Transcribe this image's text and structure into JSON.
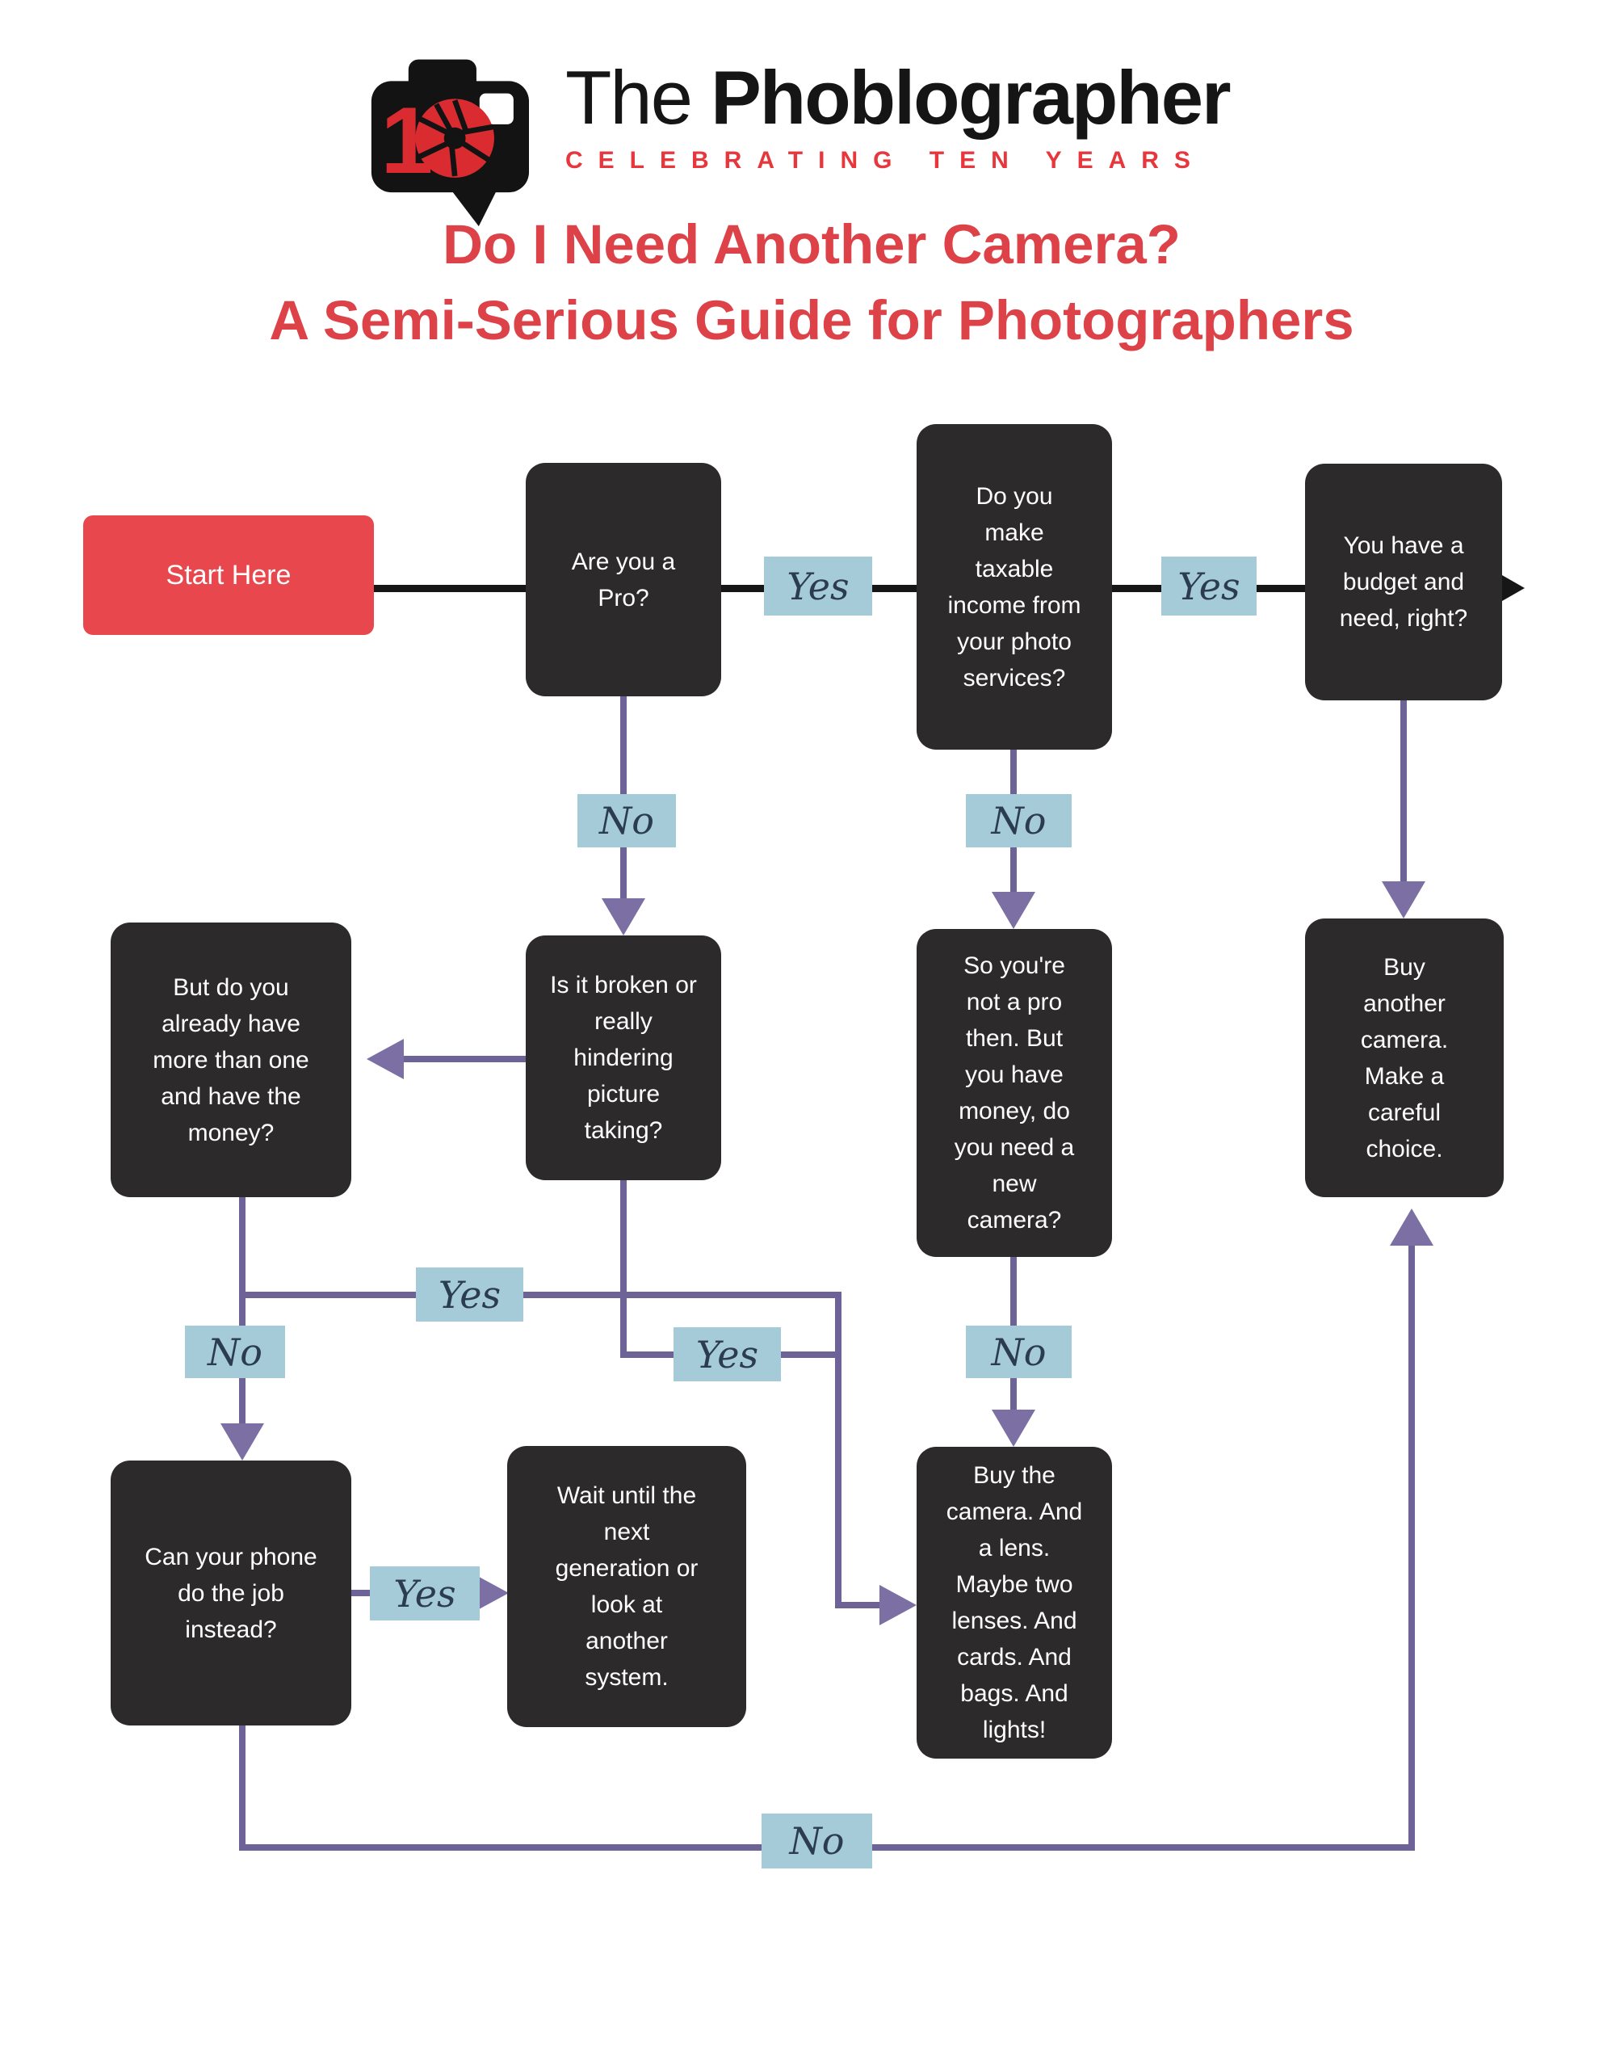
{
  "brand": {
    "name_thin": "The",
    "name_bold": "Phoblographer",
    "tagline": "CELEBRATING TEN YEARS",
    "badge": "10"
  },
  "title": {
    "line1": "Do I Need Another Camera?",
    "line2": "A Semi-Serious Guide for Photographers"
  },
  "colors": {
    "accent_red": "#e7474d",
    "title_red": "#dc4247",
    "node_dark": "#2d2a2b",
    "label_blue": "#a5cbd9",
    "connector_purple": "#6e6396",
    "arrowhead_purple": "#7b6fa3",
    "connector_black": "#161616",
    "script_ink": "#2c3c50"
  },
  "nodes": {
    "start": "Start Here",
    "pro": "Are you a Pro?",
    "taxable": "Do you make taxable income from your photo services?",
    "budget": "You have a budget and need, right?",
    "already": "But do you already have more than one and have the money?",
    "broken": "Is it broken or really hindering picture taking?",
    "not_pro": "So you're not a pro then. But you have money, do you need a new camera?",
    "buy_careful": "Buy another camera. Make a careful choice.",
    "phone": "Can your phone do the job instead?",
    "wait": "Wait until the next generation or look at another system.",
    "buy_everything": "Buy the camera. And a lens. Maybe two lenses. And cards. And bags. And lights!"
  },
  "labels": {
    "yes_pro": "Yes",
    "yes_taxable": "Yes",
    "no_pro": "No",
    "no_taxable": "No",
    "yes_already": "Yes",
    "yes_broken": "Yes",
    "no_already": "No",
    "no_not_pro": "No",
    "yes_phone": "Yes",
    "no_phone": "No"
  }
}
